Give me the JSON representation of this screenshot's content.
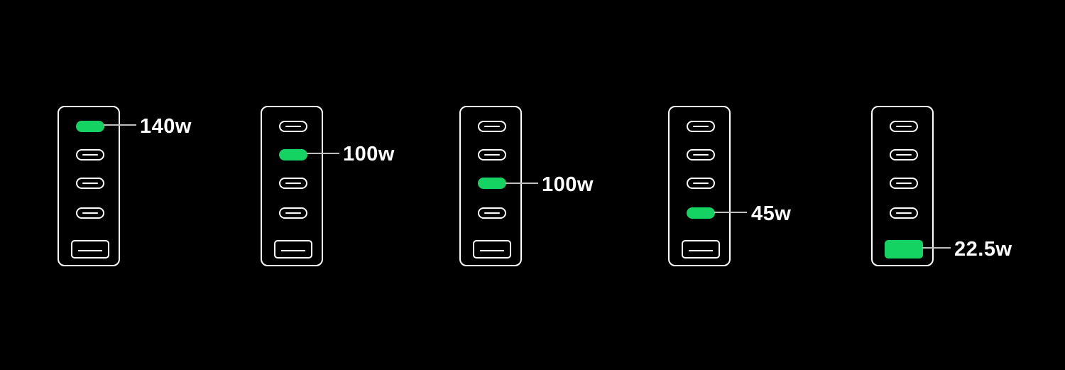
{
  "accent_color": "#14d363",
  "outline_color": "#ffffff",
  "background_color": "#000000",
  "chargers": [
    {
      "ports": [
        "usb-c-port-icon",
        "usb-c-port-icon",
        "usb-c-port-icon",
        "usb-c-port-icon",
        "usb-a-port-icon"
      ],
      "active_port": 1,
      "wattage_label": "140w"
    },
    {
      "ports": [
        "usb-c-port-icon",
        "usb-c-port-icon",
        "usb-c-port-icon",
        "usb-c-port-icon",
        "usb-a-port-icon"
      ],
      "active_port": 2,
      "wattage_label": "100w"
    },
    {
      "ports": [
        "usb-c-port-icon",
        "usb-c-port-icon",
        "usb-c-port-icon",
        "usb-c-port-icon",
        "usb-a-port-icon"
      ],
      "active_port": 3,
      "wattage_label": "100w"
    },
    {
      "ports": [
        "usb-c-port-icon",
        "usb-c-port-icon",
        "usb-c-port-icon",
        "usb-c-port-icon",
        "usb-a-port-icon"
      ],
      "active_port": 4,
      "wattage_label": "45w"
    },
    {
      "ports": [
        "usb-c-port-icon",
        "usb-c-port-icon",
        "usb-c-port-icon",
        "usb-c-port-icon",
        "usb-a-port-icon"
      ],
      "active_port": 5,
      "wattage_label": "22.5w"
    }
  ]
}
